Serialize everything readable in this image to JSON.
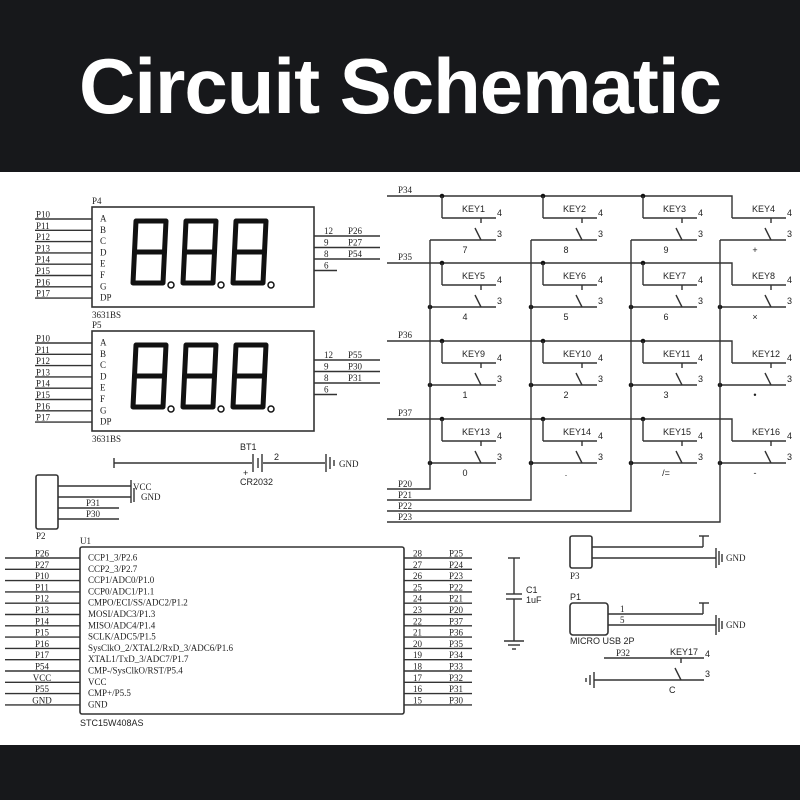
{
  "header": {
    "title": "Circuit Schematic"
  },
  "colors": {
    "band": "#17181b",
    "title_text": "#ffffff",
    "canvas": "#ffffff",
    "wire": "#333333"
  },
  "displays": [
    {
      "ref": "P4",
      "part": "3631BS",
      "left_nets": [
        "P10",
        "P11",
        "P12",
        "P13",
        "P14",
        "P15",
        "P16",
        "P17"
      ],
      "segments": [
        "A",
        "B",
        "C",
        "D",
        "E",
        "F",
        "G",
        "DP"
      ],
      "right_pins": [
        "12",
        "9",
        "8",
        "6"
      ],
      "right_nets": [
        "P26",
        "P27",
        "P54",
        ""
      ]
    },
    {
      "ref": "P5",
      "part": "3631BS",
      "left_nets": [
        "P10",
        "P11",
        "P12",
        "P13",
        "P14",
        "P15",
        "P16",
        "P17"
      ],
      "segments": [
        "A",
        "B",
        "C",
        "D",
        "E",
        "F",
        "G",
        "DP"
      ],
      "right_pins": [
        "12",
        "9",
        "8",
        "6"
      ],
      "right_nets": [
        "P55",
        "P30",
        "P31",
        ""
      ]
    }
  ],
  "keypad": {
    "row_nets": [
      "P34",
      "P35",
      "P36",
      "P37"
    ],
    "col_nets": [
      "P20",
      "P21",
      "P22",
      "P23"
    ],
    "pin_top": "4",
    "pin_bottom": "3",
    "keys": [
      [
        {
          "name": "KEY1",
          "label": "7"
        },
        {
          "name": "KEY2",
          "label": "8"
        },
        {
          "name": "KEY3",
          "label": "9"
        },
        {
          "name": "KEY4",
          "label": "+"
        }
      ],
      [
        {
          "name": "KEY5",
          "label": "4"
        },
        {
          "name": "KEY6",
          "label": "5"
        },
        {
          "name": "KEY7",
          "label": "6"
        },
        {
          "name": "KEY8",
          "label": "×"
        }
      ],
      [
        {
          "name": "KEY9",
          "label": "1"
        },
        {
          "name": "KEY10",
          "label": "2"
        },
        {
          "name": "KEY11",
          "label": "3"
        },
        {
          "name": "KEY12",
          "label": "•"
        }
      ],
      [
        {
          "name": "KEY13",
          "label": "0"
        },
        {
          "name": "KEY14",
          "label": "."
        },
        {
          "name": "KEY15",
          "label": "/="
        },
        {
          "name": "KEY16",
          "label": "-"
        }
      ]
    ]
  },
  "battery": {
    "ref": "BT1",
    "part": "CR2032",
    "pin_plus": "+",
    "pin_2": "2",
    "gnd_label": "GND"
  },
  "p2": {
    "ref": "P2",
    "nets": [
      "VCC",
      "GND",
      "P31",
      "P30"
    ]
  },
  "mcu": {
    "ref": "U1",
    "part": "STC15W408AS",
    "left_nets": [
      "P26",
      "P27",
      "P10",
      "P11",
      "P12",
      "P13",
      "P14",
      "P15",
      "P16",
      "P17",
      "P54",
      "VCC",
      "P55",
      "GND"
    ],
    "left_pins": [
      "CCP1_3/P2.6",
      "CCP2_3/P2.7",
      "CCP1/ADC0/P1.0",
      "CCP0/ADC1/P1.1",
      "CMPO/ECI/SS/ADC2/P1.2",
      "MOSI/ADC3/P1.3",
      "MISO/ADC4/P1.4",
      "SCLK/ADC5/P1.5",
      "SysClkO_2/XTAL2/RxD_3/ADC6/P1.6",
      "XTAL1/TxD_3/ADC7/P1.7",
      "CMP-/SysClkO/RST/P5.4",
      "VCC",
      "CMP+/P5.5",
      "GND"
    ],
    "right_pin_numbers": [
      "28",
      "27",
      "26",
      "25",
      "24",
      "23",
      "22",
      "21",
      "20",
      "19",
      "18",
      "17",
      "16",
      "15"
    ],
    "right_nets": [
      "P25",
      "P24",
      "P23",
      "P22",
      "P21",
      "P20",
      "P37",
      "P36",
      "P35",
      "P34",
      "P33",
      "P32",
      "P31",
      "P30"
    ]
  },
  "capacitor": {
    "ref": "C1",
    "value": "1uF"
  },
  "p3": {
    "ref": "P3",
    "gnd_label": "GND"
  },
  "p1": {
    "ref": "P1",
    "part": "MICRO USB 2P",
    "pins": [
      "1",
      "5"
    ],
    "gnd_label": "GND"
  },
  "key17": {
    "name": "KEY17",
    "net": "P32",
    "label": "C",
    "pin_top": "4",
    "pin_bottom": "3"
  }
}
